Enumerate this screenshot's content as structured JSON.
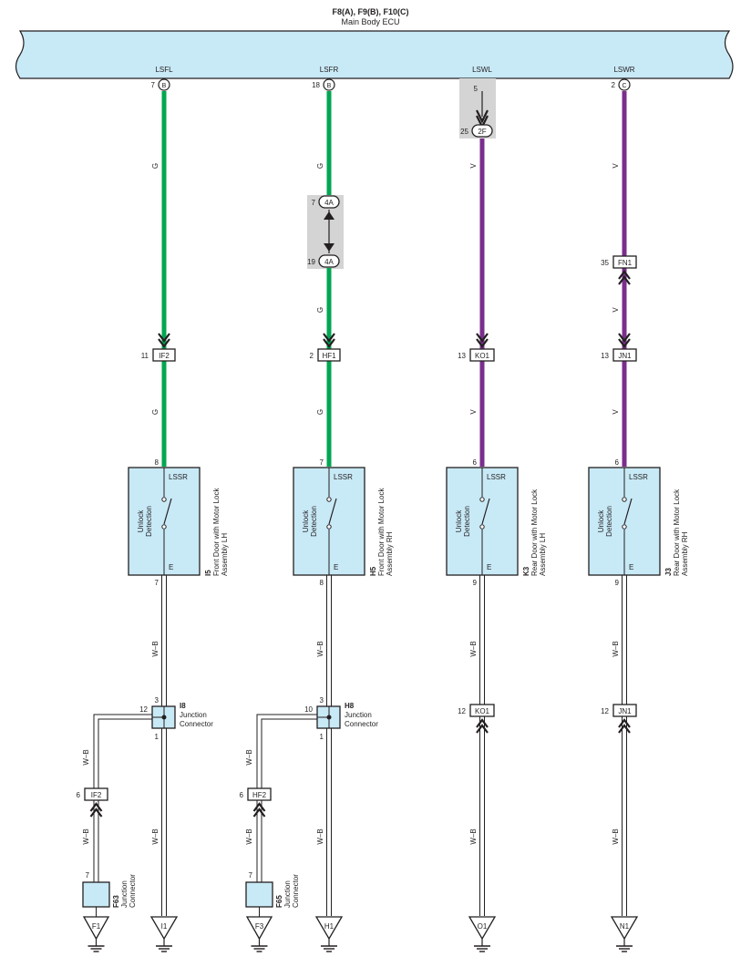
{
  "header": {
    "connectors": "F8(A), F9(B), F10(C)",
    "name": "Main Body ECU"
  },
  "ecu_terminals": [
    {
      "label": "LSFL",
      "pin": "7",
      "conn": "B"
    },
    {
      "label": "LSFR",
      "pin": "18",
      "conn": "B"
    },
    {
      "label": "LSWL",
      "pin": "5",
      "conn": ""
    },
    {
      "label": "LSWR",
      "pin": "2",
      "conn": "C"
    }
  ],
  "wire_colors": {
    "G": "G",
    "V": "V",
    "WB": "W–B",
    "green_hex": "#00a651",
    "violet_hex": "#7b2d8e",
    "ecu_fill": "#c8e9f6",
    "grey_box": "#d4d4d4"
  },
  "inline": {
    "c2f_pin": "25",
    "c2f_name": "2F",
    "c4a_top_pin": "7",
    "c4a_top_name": "4A",
    "c4a_bot_pin": "19",
    "c4a_bot_name": "4A",
    "fn1_pin": "35",
    "fn1_name": "FN1",
    "if2_pin": "11",
    "if2_name": "IF2",
    "hf1_pin": "2",
    "hf1_name": "HF1",
    "ko1_pin": "13",
    "ko1_name": "KO1",
    "jn1_pin": "13",
    "jn1_name": "JN1",
    "ko1b_pin": "12",
    "ko1b_name": "KO1",
    "jn1b_pin": "12",
    "jn1b_name": "JN1",
    "if2b_pin": "6",
    "if2b_name": "IF2",
    "hf2_pin": "6",
    "hf2_name": "HF2"
  },
  "switches": [
    {
      "id": "I5",
      "top_pin": "8",
      "bot_pin": "7",
      "name_line1": "Front Door with Motor Lock",
      "name_line2": "Assembly LH"
    },
    {
      "id": "H5",
      "top_pin": "7",
      "bot_pin": "8",
      "name_line1": "Front Door with Motor Lock",
      "name_line2": "Assembly RH"
    },
    {
      "id": "K3",
      "top_pin": "6",
      "bot_pin": "9",
      "name_line1": "Rear Door with Motor Lock",
      "name_line2": "Assembly LH"
    },
    {
      "id": "J3",
      "top_pin": "6",
      "bot_pin": "9",
      "name_line1": "Rear Door with Motor Lock",
      "name_line2": "Assembly RH"
    }
  ],
  "switch_labels": {
    "lssr": "LSSR",
    "e": "E",
    "unlock": "Unlock",
    "detection": "Detection"
  },
  "junctions": [
    {
      "id": "I8",
      "pin_top": "3",
      "pin_left": "12",
      "pin_bot": "1",
      "line1": "Junction",
      "line2": "Connector"
    },
    {
      "id": "H8",
      "pin_top": "3",
      "pin_left": "10",
      "pin_bot": "1",
      "line1": "Junction",
      "line2": "Connector"
    }
  ],
  "small_connectors": [
    {
      "id": "F63",
      "pin": "7",
      "line1": "Junction",
      "line2": "Connector"
    },
    {
      "id": "F65",
      "pin": "7",
      "line1": "Junction",
      "line2": "Connector"
    }
  ],
  "grounds": [
    "F1",
    "I1",
    "F3",
    "H1",
    "O1",
    "N1"
  ]
}
